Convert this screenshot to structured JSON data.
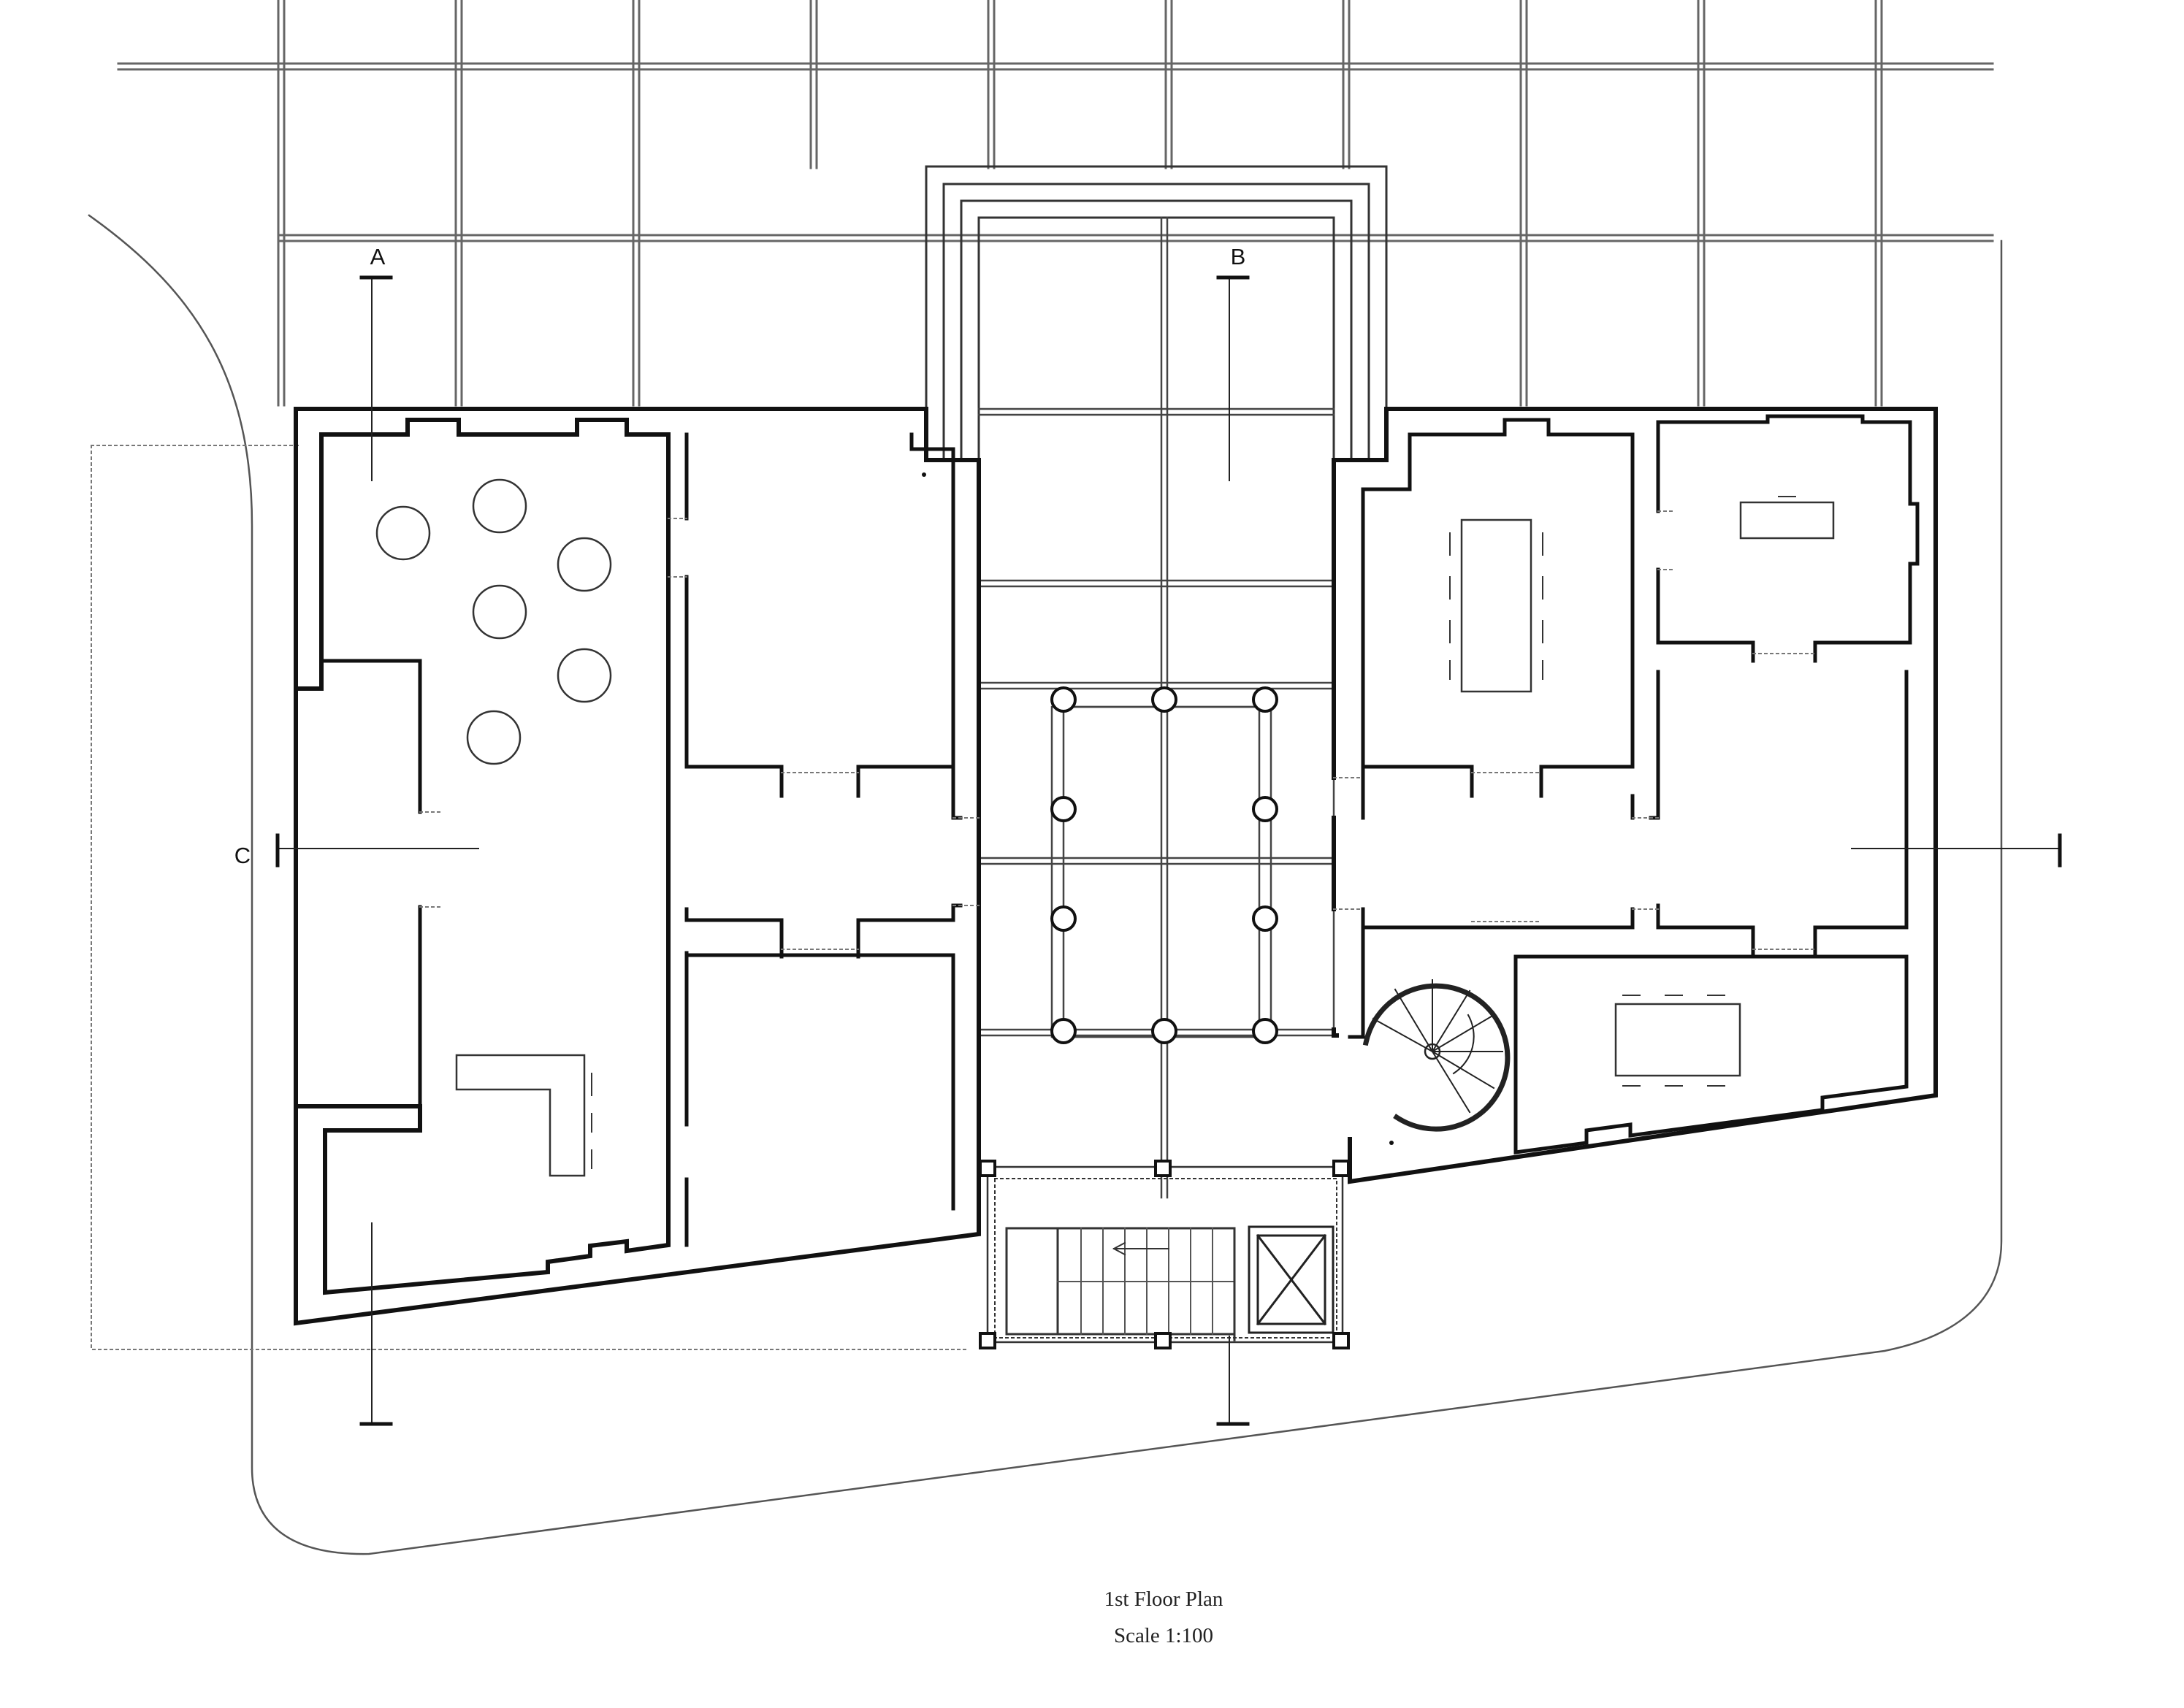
{
  "drawing": {
    "title": "1st Floor Plan",
    "scale": "Scale 1:100"
  },
  "section_markers": {
    "a": "A",
    "b": "B",
    "c": "C"
  }
}
